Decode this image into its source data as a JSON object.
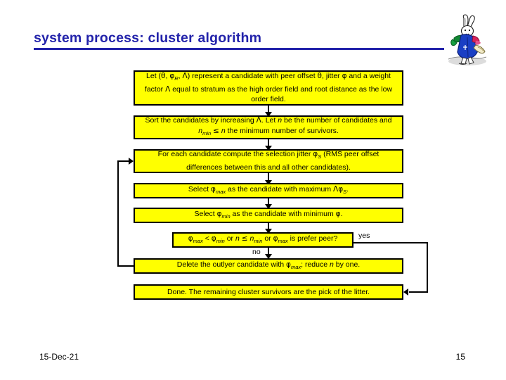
{
  "slide": {
    "title": "system process: cluster algorithm",
    "accent_color": "#2222aa",
    "box_fill_color": "#ffff00",
    "box_border_color": "#000000",
    "background_color": "#ffffff"
  },
  "logo": {
    "name": "white-rabbit-logo",
    "alt": "White Rabbit illustration"
  },
  "flow": {
    "boxes": [
      {
        "id": "candidate-definition",
        "lines": [
          "Let (θ, φR, Λ) represent a candidate with peer offset θ, jitter φ and a",
          "weight factor Λ equal to stratum as the high order field and root",
          "distance as the low order field."
        ]
      },
      {
        "id": "sort-candidates",
        "lines": [
          "Sort the candidates by increasing Λ. Let n be the number of",
          "candidates and nmin ≤ n the minimum number of survivors."
        ]
      },
      {
        "id": "compute-selection-jitter",
        "lines": [
          "For each candidate compute the selection jitter φS (RMS peer offset",
          "differences between this and all other candidates)."
        ]
      },
      {
        "id": "select-phi-max",
        "lines": [
          "Select φmax as the candidate with maximum ΛφS."
        ]
      },
      {
        "id": "select-phi-min",
        "lines": [
          "Select φmin as the candidate with minimum φ."
        ]
      },
      {
        "id": "decision",
        "lines": [
          "φmax < φmin or n ≤ nmin or φmax is prefer peer?"
        ]
      },
      {
        "id": "delete-outlyer",
        "lines": [
          "Delete the outlyer candidate with φmax; reduce n by one."
        ]
      },
      {
        "id": "done",
        "lines": [
          "Done. The remaining cluster survivors are the pick of the litter."
        ]
      }
    ],
    "branch_labels": {
      "yes": "yes",
      "no": "no"
    }
  },
  "footer": {
    "date": "15-Dec-21",
    "page_number": "15"
  }
}
